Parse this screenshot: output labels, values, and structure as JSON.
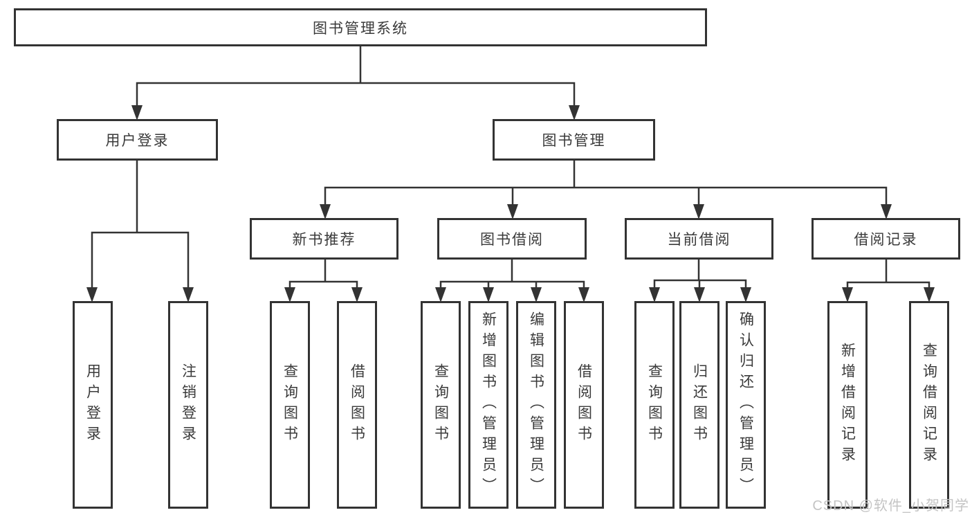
{
  "colors": {
    "line": "#333333",
    "box_border": "#333333",
    "text": "#3a3a3a",
    "watermark": "#c4c4c4",
    "background": "#ffffff"
  },
  "watermark": {
    "text": "CSDN @软件_小贺同学"
  },
  "tree": {
    "root": {
      "label": "图书管理系统"
    },
    "level2": [
      {
        "label": "用户登录",
        "children": [
          {
            "label": "用户登录"
          },
          {
            "label": "注销登录"
          }
        ]
      },
      {
        "label": "图书管理",
        "children": [
          {
            "label": "新书推荐",
            "children": [
              {
                "label": "查询图书"
              },
              {
                "label": "借阅图书"
              }
            ]
          },
          {
            "label": "图书借阅",
            "children": [
              {
                "label": "查询图书"
              },
              {
                "label": "新增图书（管理员）"
              },
              {
                "label": "编辑图书（管理员）"
              },
              {
                "label": "借阅图书"
              }
            ]
          },
          {
            "label": "当前借阅",
            "children": [
              {
                "label": "查询图书"
              },
              {
                "label": "归还图书"
              },
              {
                "label": "确认归还（管理员）"
              }
            ]
          },
          {
            "label": "借阅记录",
            "children": [
              {
                "label": "新增借阅记录"
              },
              {
                "label": "查询借阅记录"
              }
            ]
          }
        ]
      }
    ]
  }
}
